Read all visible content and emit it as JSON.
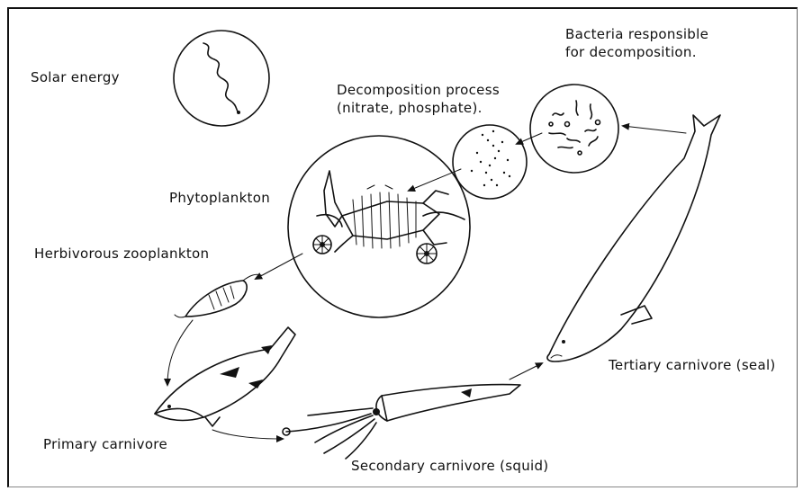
{
  "labels": {
    "solar_energy": "Solar energy",
    "bacteria": "Bacteria responsible\nfor decomposition.",
    "decomposition": "Decomposition process\n(nitrate, phosphate).",
    "phytoplankton": "Phytoplankton",
    "herbivorous_zooplankton": "Herbivorous zooplankton",
    "primary_carnivore": "Primary carnivore",
    "secondary_carnivore": "Secondary carnivore (squid)",
    "tertiary_carnivore": "Tertiary carnivore (seal)"
  }
}
